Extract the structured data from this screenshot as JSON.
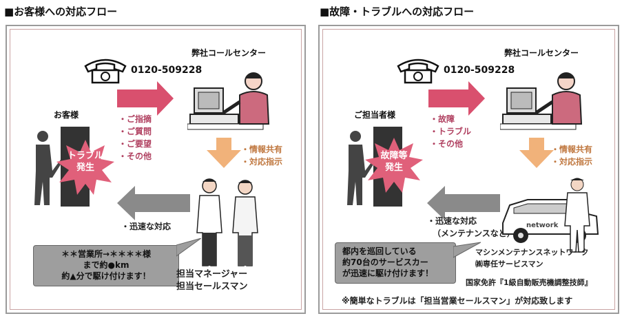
{
  "left": {
    "section_title": "■お客様への対応フロー",
    "phone_number": "0120-509228",
    "call_center_label": "弊社コールセンター",
    "customer_label": "お客様",
    "trouble_burst": [
      "トラブル",
      "発生"
    ],
    "request_items": [
      "・ご指摘",
      "・ご質問",
      "・ご要望",
      "・その他"
    ],
    "share_items": [
      "・情報共有",
      "・対応指示"
    ],
    "response_label": "・迅速な対応",
    "bubble_lines": [
      "＊＊営業所→＊＊＊＊様",
      "まで約●km",
      "約▲分で駆け付けます！"
    ],
    "staff_lines": [
      "担当マネージャー",
      "担当セールスマン"
    ]
  },
  "right": {
    "section_title": "■故障・トラブルへの対応フロー",
    "phone_number": "0120-509228",
    "call_center_label": "弊社コールセンター",
    "customer_label": "ご担当者様",
    "trouble_burst": [
      "故障等",
      "発生"
    ],
    "request_items": [
      "・故障",
      "・トラブル",
      "・その他"
    ],
    "share_items": [
      "・情報共有",
      "・対応指示"
    ],
    "response_label": "・迅速な対応",
    "response_sub": "（メンテナンスなど）",
    "car_logo": "network",
    "bubble_lines": [
      "都内を巡回している",
      "約70台のサービスカー",
      "が迅速に駆け付けます！"
    ],
    "company_line": "マシンメンテナンスネットワーク",
    "staff_line": "㈱専任サービスマン",
    "license_line": "国家免許『1級自動販売機調整技師』",
    "footnote": "※簡単なトラブルは「担当営業セールスマン」が対応致します"
  },
  "colors": {
    "pink_arrow": "#d9506e",
    "orange_arrow": "#f1b27a",
    "gray_arrow": "#8a8a8a",
    "burst": "#e0607a",
    "panel_dark": "#333333"
  }
}
